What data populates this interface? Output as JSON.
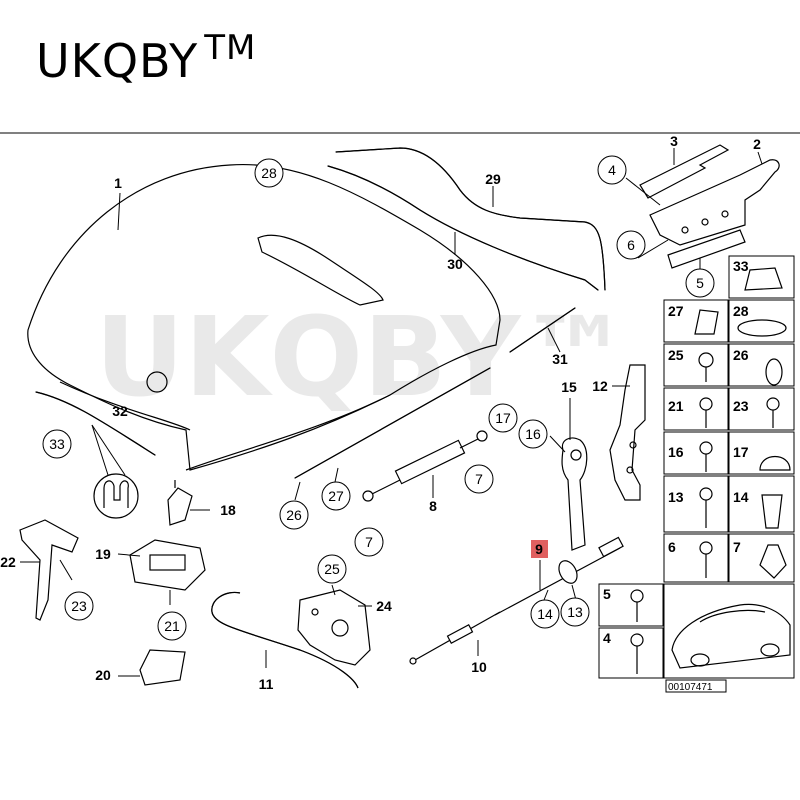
{
  "brand": {
    "name": "UKQBY",
    "mark": "TM"
  },
  "watermark": "UKQBY™",
  "drawing_number": "00107471",
  "highlight_color": "#e06060",
  "highlighted_part": "9",
  "callouts": {
    "c1": "1",
    "c2": "2",
    "c3": "3",
    "c4": "4",
    "c5": "5",
    "c6": "6",
    "c7a": "7",
    "c7b": "7",
    "c8": "8",
    "c9": "9",
    "c10": "10",
    "c11": "11",
    "c12": "12",
    "c13": "13",
    "c14": "14",
    "c15": "15",
    "c16": "16",
    "c17": "17",
    "c18": "18",
    "c19": "19",
    "c20": "20",
    "c21": "21",
    "c22": "22",
    "c23": "23",
    "c24": "24",
    "c25": "25",
    "c26": "26",
    "c27": "27",
    "c28": "28",
    "c29": "29",
    "c30": "30",
    "c31": "31",
    "c32": "32",
    "c33": "33"
  },
  "grid": {
    "r1": "33",
    "r2a": "27",
    "r2b": "28",
    "r3a": "25",
    "r3b": "26",
    "r4a": "21",
    "r4b": "23",
    "r5a": "16",
    "r5b": "17",
    "r6a": "13",
    "r6b": "14",
    "r7a": "6",
    "r7b": "7",
    "r8": "5",
    "r9": "4"
  }
}
